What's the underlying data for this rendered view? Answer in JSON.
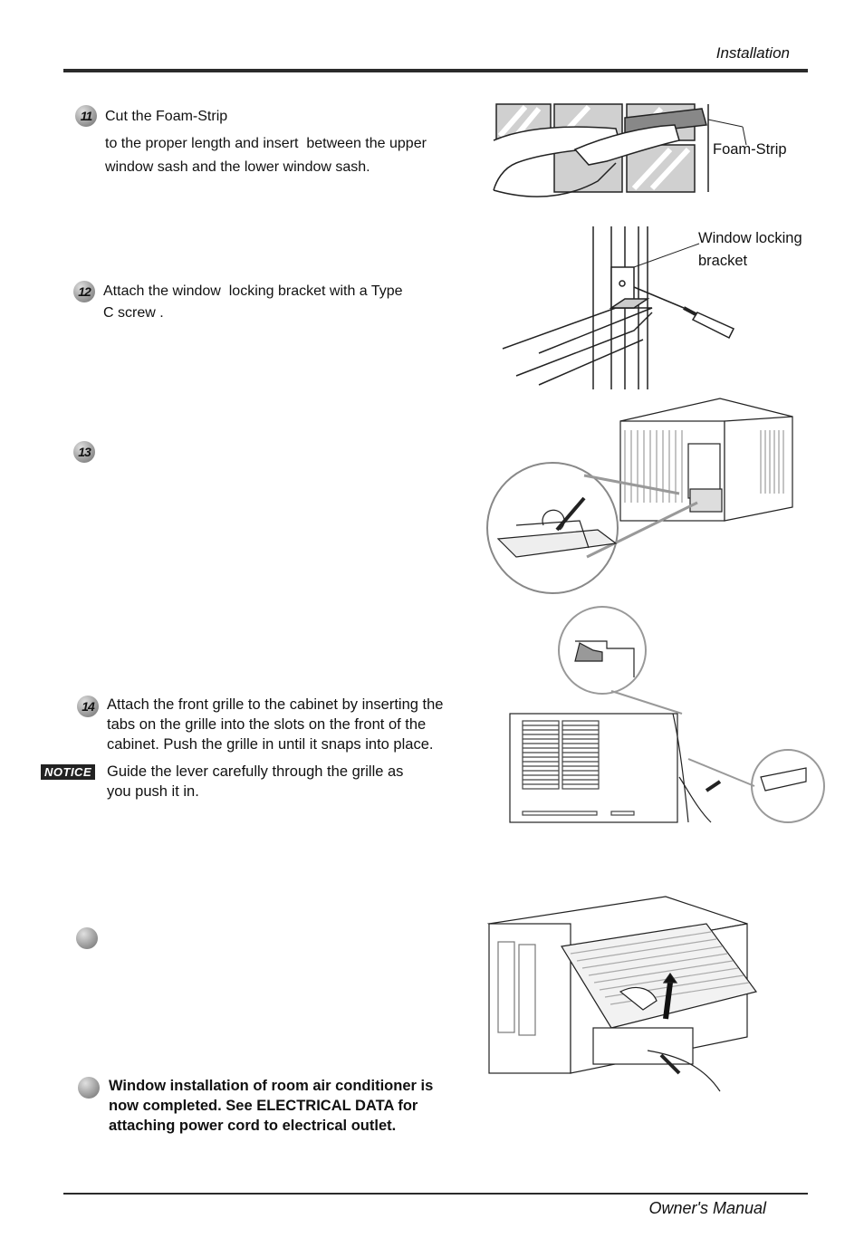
{
  "header": {
    "title": "Installation"
  },
  "footer": {
    "title": "Owner's Manual"
  },
  "steps": [
    {
      "badge": "11",
      "title": "Cut the Foam-Strip",
      "body_line1": "to the proper length and insert  between the upper",
      "body_line2": "window sash and the lower window sash."
    },
    {
      "badge": "12",
      "line1": "Attach the window  locking bracket with a Type",
      "line2": "C screw ."
    },
    {
      "badge": "13"
    },
    {
      "badge": "14",
      "line1": "Attach the front grille to the cabinet by inserting the",
      "line2": "tabs on the grille into the slots on the front of the",
      "line3": "cabinet. Push the grille in until it snaps into place."
    },
    {
      "badge": ""
    },
    {
      "badge": "",
      "line1": "Window installation of room air conditioner is",
      "line2": "now completed. See ELECTRICAL DATA for",
      "line3": "attaching power cord to electrical outlet."
    }
  ],
  "notice": {
    "tag": "NOTICE",
    "line1": "Guide the lever carefully through the grille as",
    "line2": "you push it in."
  },
  "figure_labels": {
    "foam_strip": "Foam-Strip",
    "bracket_line1": "Window locking",
    "bracket_line2": "bracket"
  }
}
